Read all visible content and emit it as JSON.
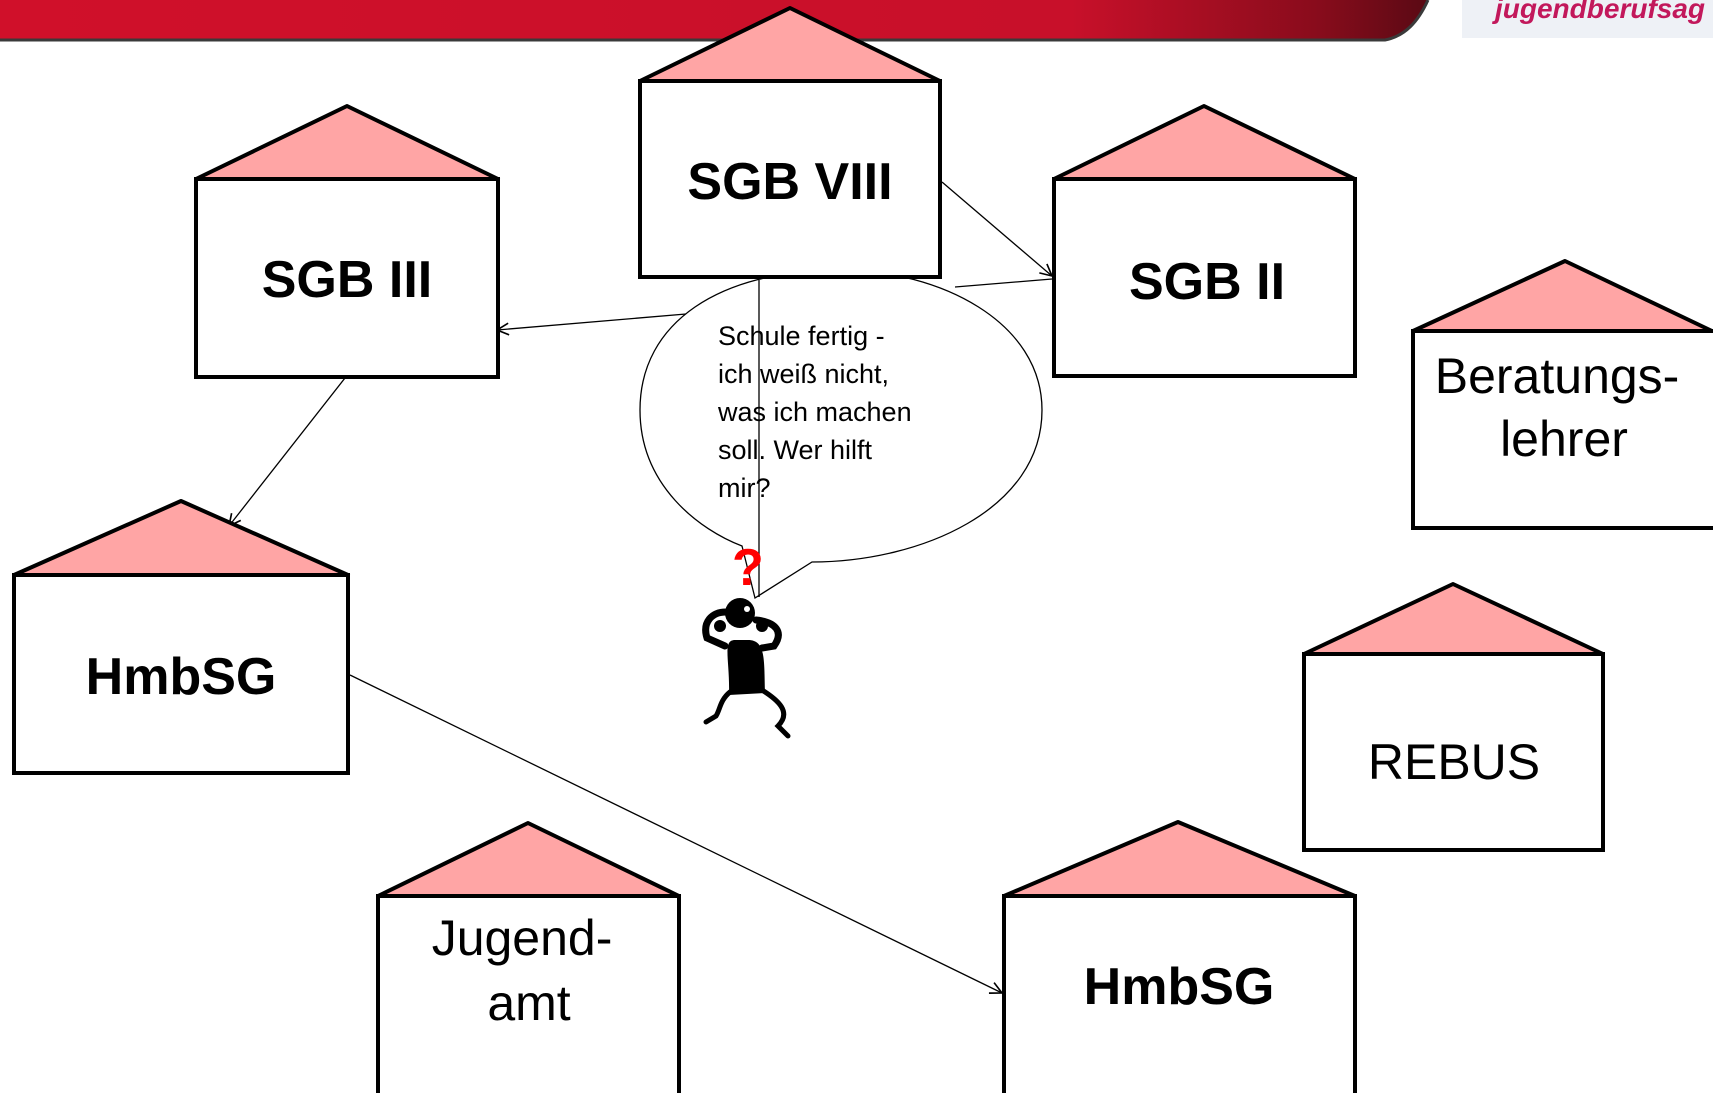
{
  "header": {
    "logo_text": "jugendberufsag",
    "banner_color": "#d0102a",
    "logo_color": "#c2185b"
  },
  "colors": {
    "roof": "#ffa5a5",
    "outline": "#000000",
    "question_mark": "#ff0000"
  },
  "houses": {
    "sgb_viii": {
      "label": "SGB VIII"
    },
    "sgb_iii": {
      "label": "SGB III"
    },
    "sgb_ii": {
      "label": "SGB II"
    },
    "hmbsg_left": {
      "label": "HmbSG"
    },
    "beratungslehrer": {
      "line1": "Beratungs-",
      "line2": "lehrer"
    },
    "rebus": {
      "label": "REBUS"
    },
    "jugendamt": {
      "line1": "Jugend-",
      "line2": "amt"
    },
    "hmbsg_bottom": {
      "label": "HmbSG"
    }
  },
  "speech_bubble": {
    "lines": [
      "Schule fertig -",
      "ich weiß nicht,",
      "was ich machen",
      "soll. Wer hilft",
      "mir?"
    ]
  },
  "figure": {
    "question_mark": "?",
    "icon": "confused-person-icon"
  }
}
